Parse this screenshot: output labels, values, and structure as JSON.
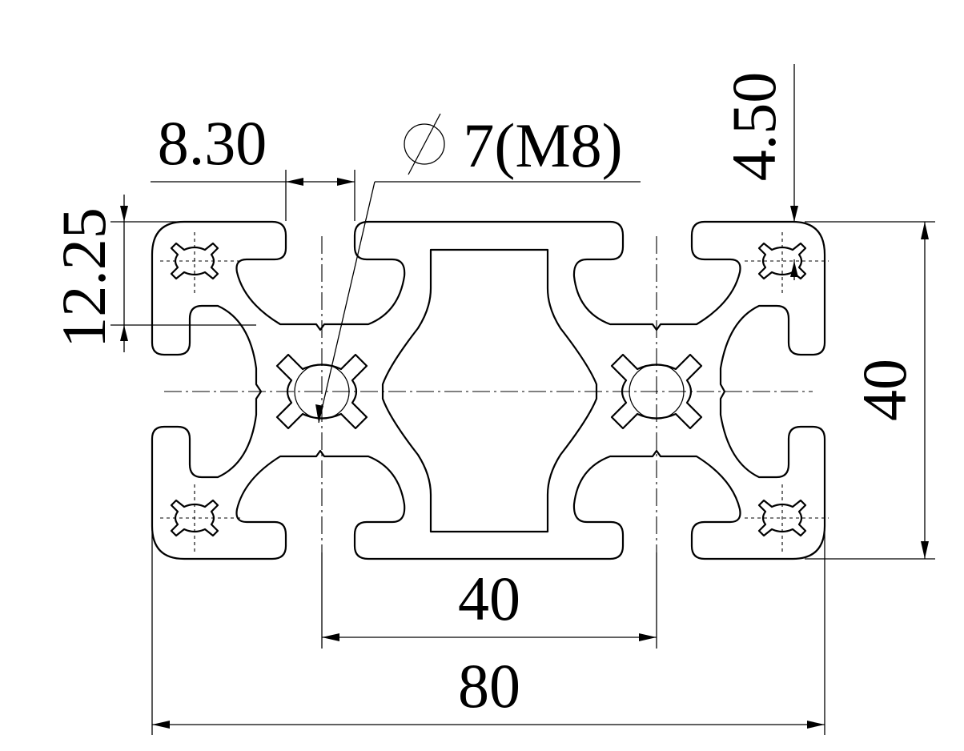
{
  "diagram": {
    "dimensions": {
      "slot_width": "8.30",
      "hole": "7(M8)",
      "slot_depth": "4.50",
      "lip_height": "12.25",
      "height": "40",
      "pitch": "40",
      "width": "80"
    }
  }
}
